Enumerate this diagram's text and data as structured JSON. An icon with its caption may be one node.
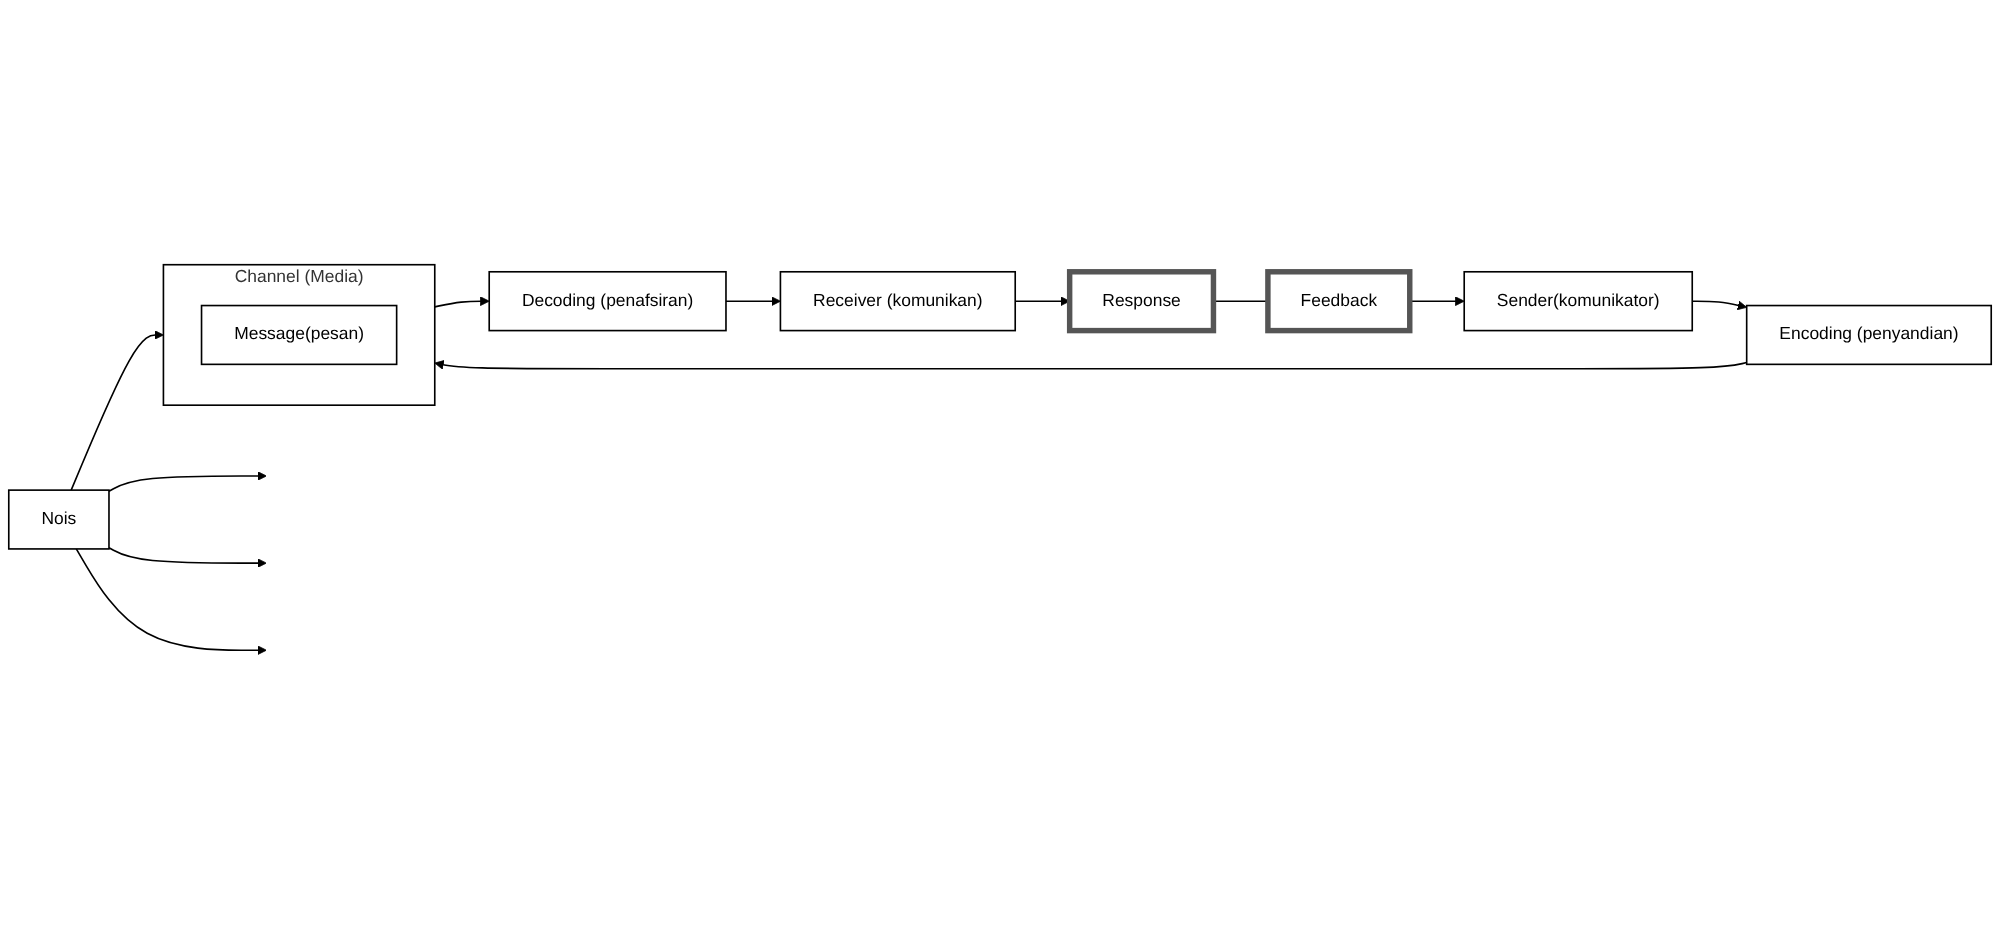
{
  "diagram": {
    "nodes": [
      {
        "text": [
          "Sender(komunikator)"
        ]
      },
      {
        "text": [
          "Encoding (penyandian)"
        ]
      },
      {
        "text": [
          "Channel (Media)"
        ]
      },
      {
        "text": [
          "Message(pesan)"
        ],
        "in": 2
      },
      {
        "text": [
          "Decoding (penafsiran)"
        ]
      },
      {
        "text": [
          "Receiver (komunikan)"
        ]
      },
      {
        "text": [
          "Nois"
        ]
      },
      {
        "text": [
          "Feedback"
        ]
      },
      {
        "text": [
          "Response"
        ]
      }
    ],
    "edges": [
      {
        "from": 0,
        "to": 1,
        "arrow": "to"
      },
      {
        "from": 1,
        "to": 2,
        "arrow": "to"
      },
      {
        "from": 2,
        "to": 4,
        "arrow": "to"
      },
      {
        "from": 4,
        "to": 5,
        "arrow": "to"
      },
      {
        "from": 5,
        "to": 8,
        "arrow": "to"
      },
      {
        "from": 8,
        "to": 7,
        "arrow": "none"
      },
      {
        "from": 7,
        "to": 0,
        "arrow": "to"
      },
      {
        "from": 6,
        "to": 2,
        "arrow": "to"
      },
      {
        "from": 6,
        "to": null,
        "arrow": "to"
      },
      {
        "from": 6,
        "to": null,
        "arrow": "to"
      },
      {
        "from": 6,
        "to": null,
        "arrow": "to"
      }
    ]
  }
}
